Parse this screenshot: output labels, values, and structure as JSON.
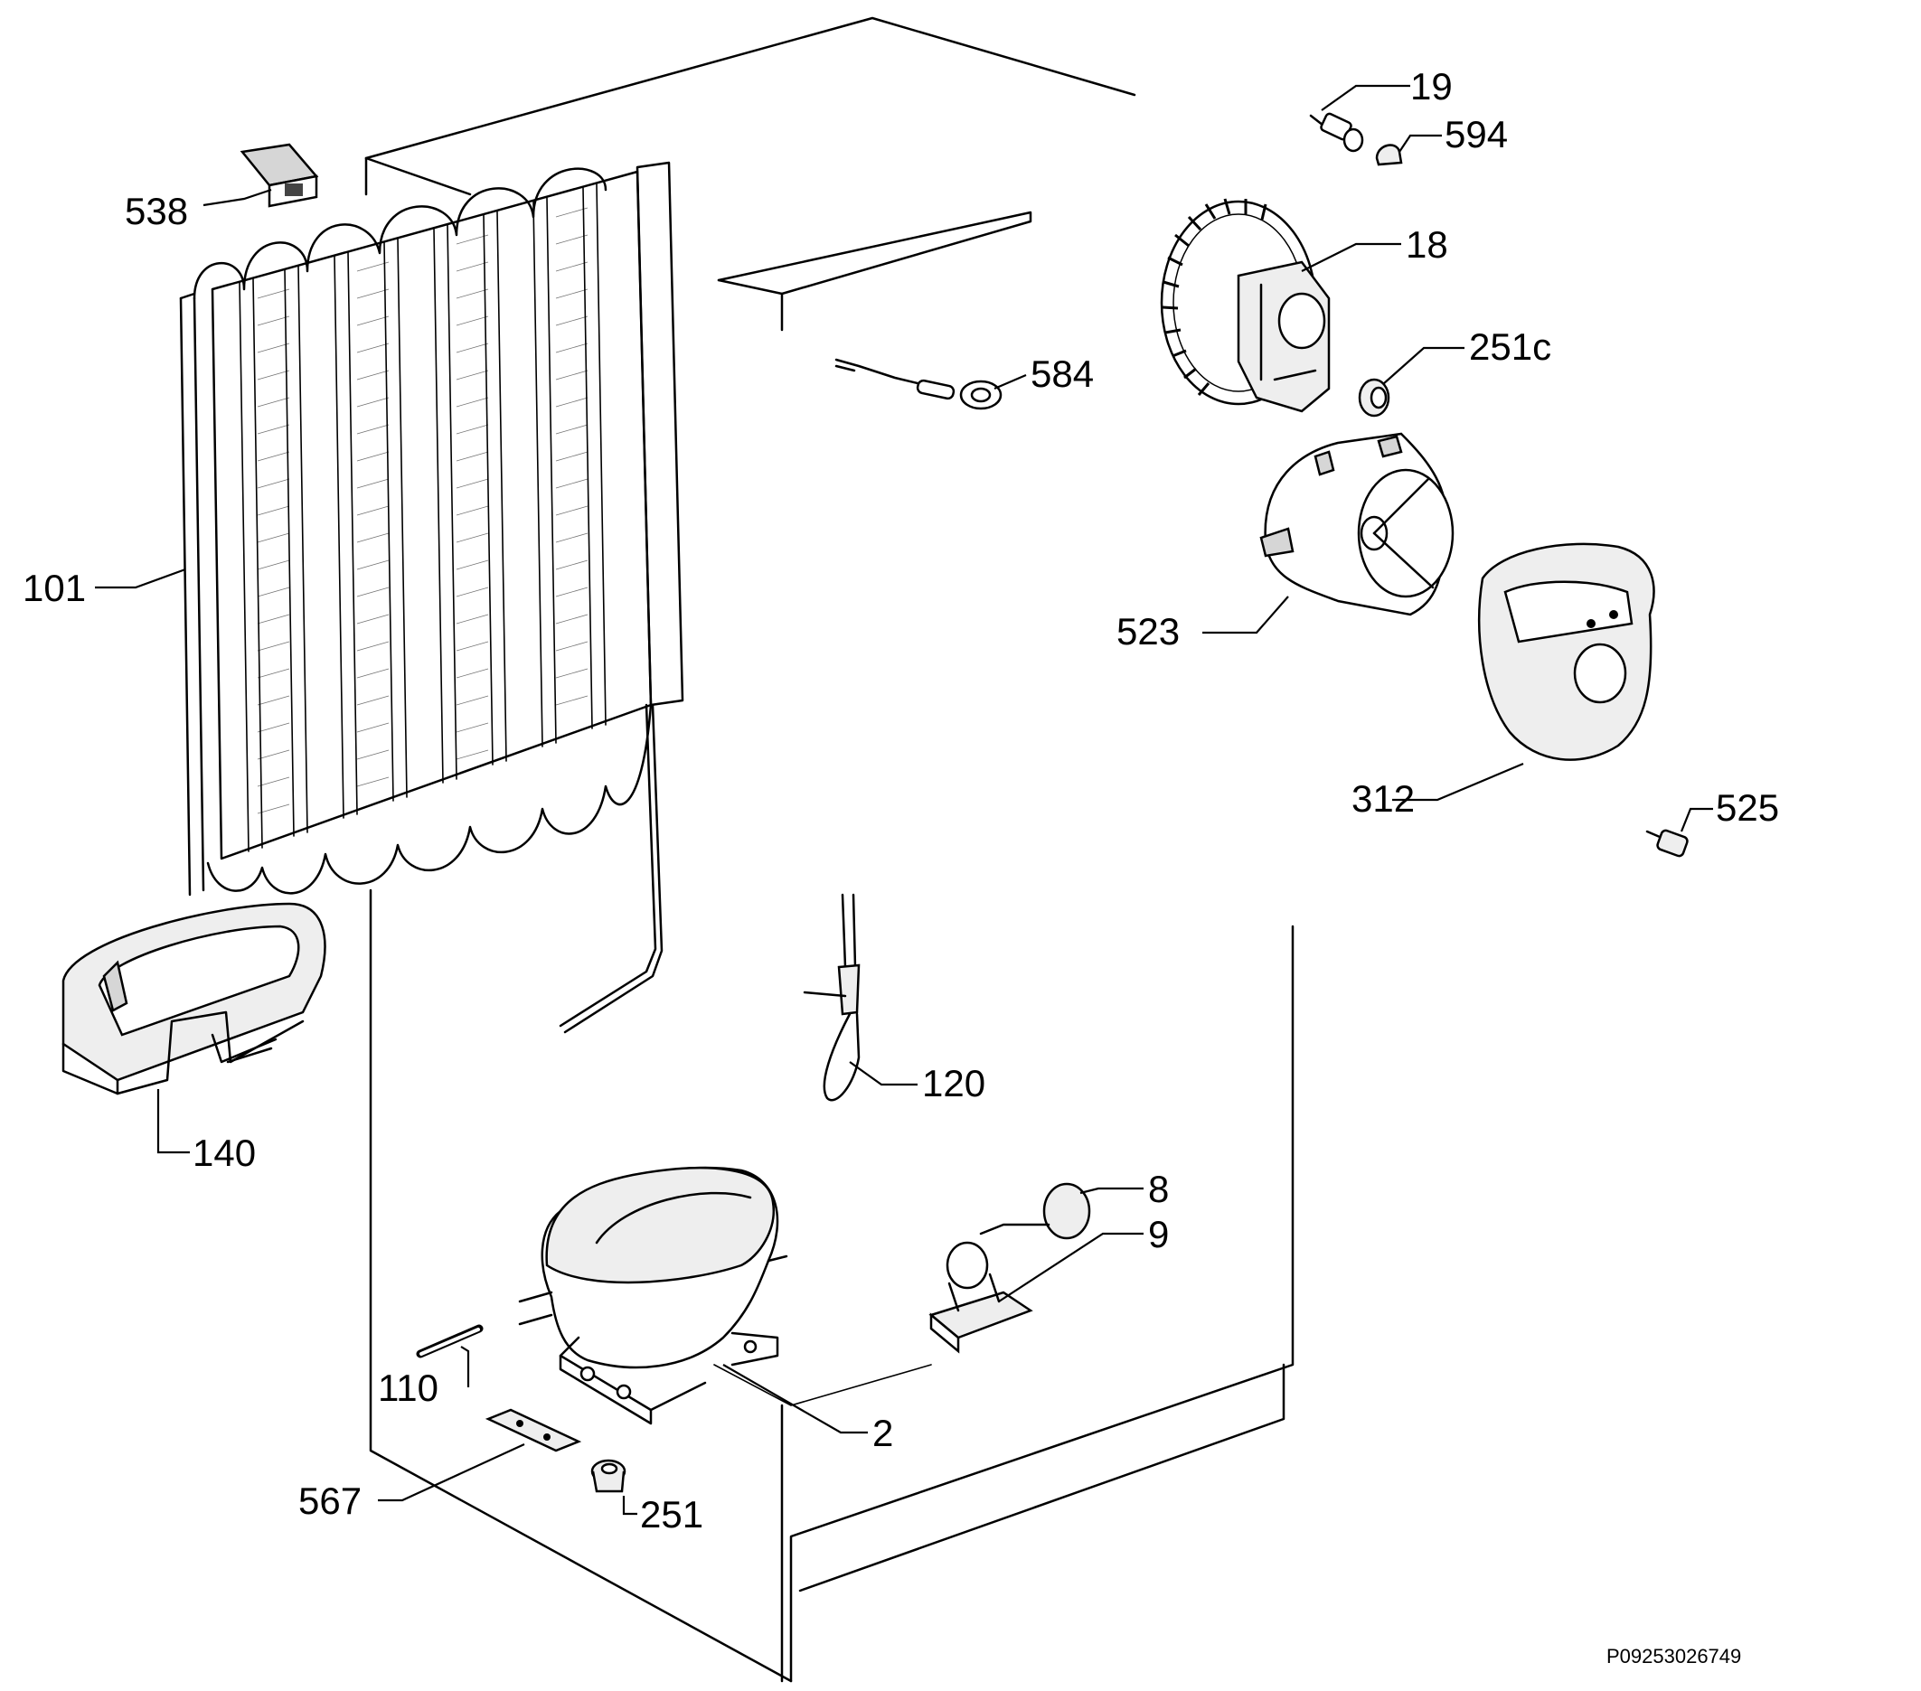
{
  "diagram": {
    "document_code": "P09253026749",
    "callouts": {
      "c19": "19",
      "c594": "594",
      "c538": "538",
      "c18": "18",
      "c251c": "251c",
      "c584": "584",
      "c101": "101",
      "c523": "523",
      "c312": "312",
      "c525": "525",
      "c120": "120",
      "c140": "140",
      "c8": "8",
      "c9": "9",
      "c110": "110",
      "c2": "2",
      "c567": "567",
      "c251": "251"
    }
  }
}
